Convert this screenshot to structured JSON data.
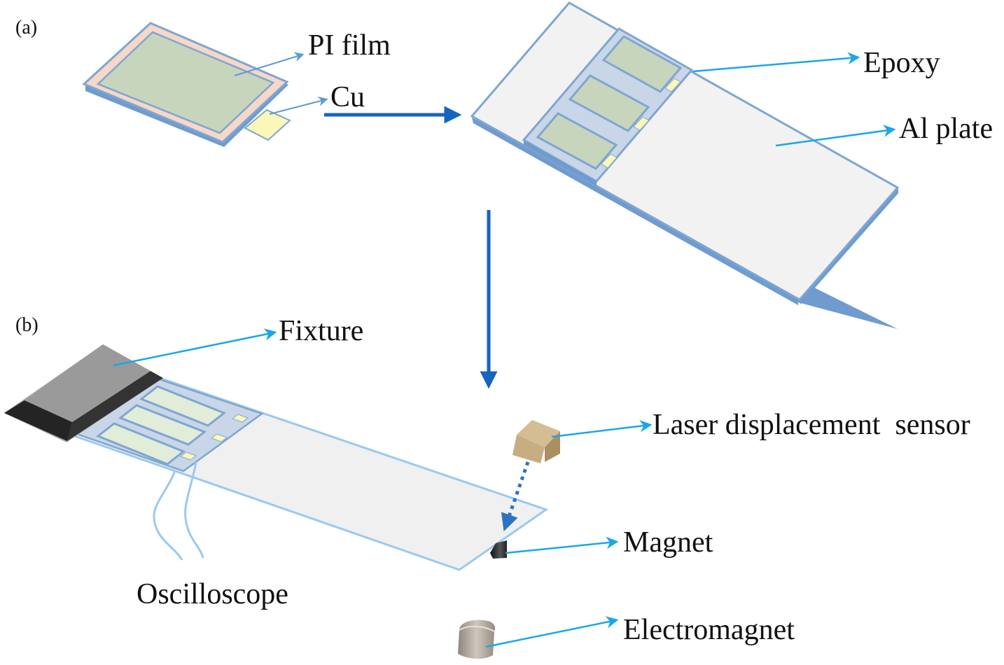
{
  "figure": {
    "panels": [
      {
        "id": "a",
        "label": "(a)"
      },
      {
        "id": "b",
        "label": "(b)"
      }
    ],
    "labels": {
      "pi_film": "PI film",
      "cu": "Cu",
      "epoxy": "Epoxy",
      "al_plate": "Al plate",
      "fixture": "Fixture",
      "laser_sensor": "Laser displacement  sensor",
      "magnet": "Magnet",
      "oscilloscope": "Oscilloscope",
      "electromagnet": "Electromagnet"
    },
    "colors": {
      "callout_arrow": "#1aa7e8",
      "callout_arrow_light": "#5b9bd5",
      "flow_arrow": "#1565c0",
      "pi_film_fill": "#c8d5bd",
      "pi_border": "#f6d7c8",
      "frame_blue": "#7ea6d1",
      "cu_fill": "#fbf7b9",
      "plate_fill": "#f2f2f2",
      "fixture_top": "#9a9a9a",
      "fixture_side": "#2f2f2f",
      "sensor_fill": "#c7ad80",
      "electromagnet_fill": "#b9b0a5"
    },
    "structure": {
      "sensor_cells": 3
    }
  }
}
